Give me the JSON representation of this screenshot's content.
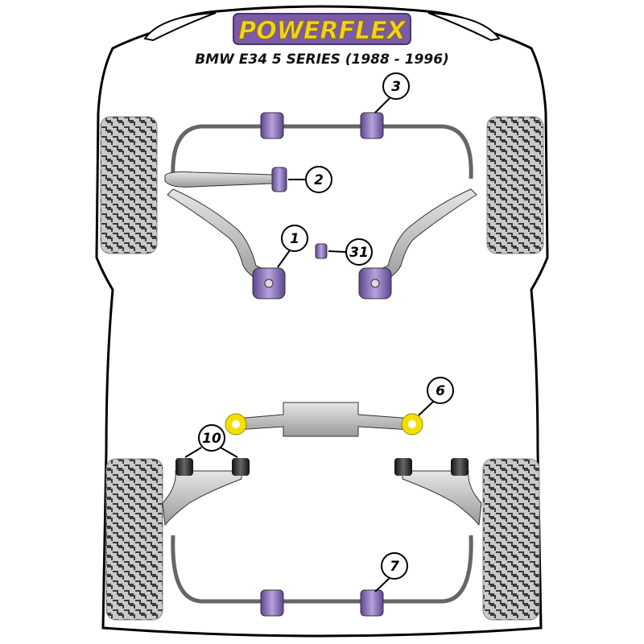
{
  "brand": {
    "name": "POWERFLEX",
    "bg_color": "#7b5aa6",
    "text_color": "#f3d21b"
  },
  "title": "BMW E34 5 SERIES (1988 - 1996)",
  "colors": {
    "bushing_purple": "#8a6fb8",
    "bushing_yellow": "#f2e000",
    "bushing_black": "#2a2a2a",
    "metal_gray": "#b0b0b0"
  },
  "callouts": [
    {
      "label": "1",
      "part": "front-lower-arm-bushing"
    },
    {
      "label": "2",
      "part": "tie-rod-bushing"
    },
    {
      "label": "3",
      "part": "front-anti-roll-bar-bushing"
    },
    {
      "label": "31",
      "part": "small-bushing"
    },
    {
      "label": "6",
      "part": "rear-subframe-bushing"
    },
    {
      "label": "10",
      "part": "rear-arm-bushing"
    },
    {
      "label": "7",
      "part": "rear-anti-roll-bar-bushing"
    }
  ]
}
